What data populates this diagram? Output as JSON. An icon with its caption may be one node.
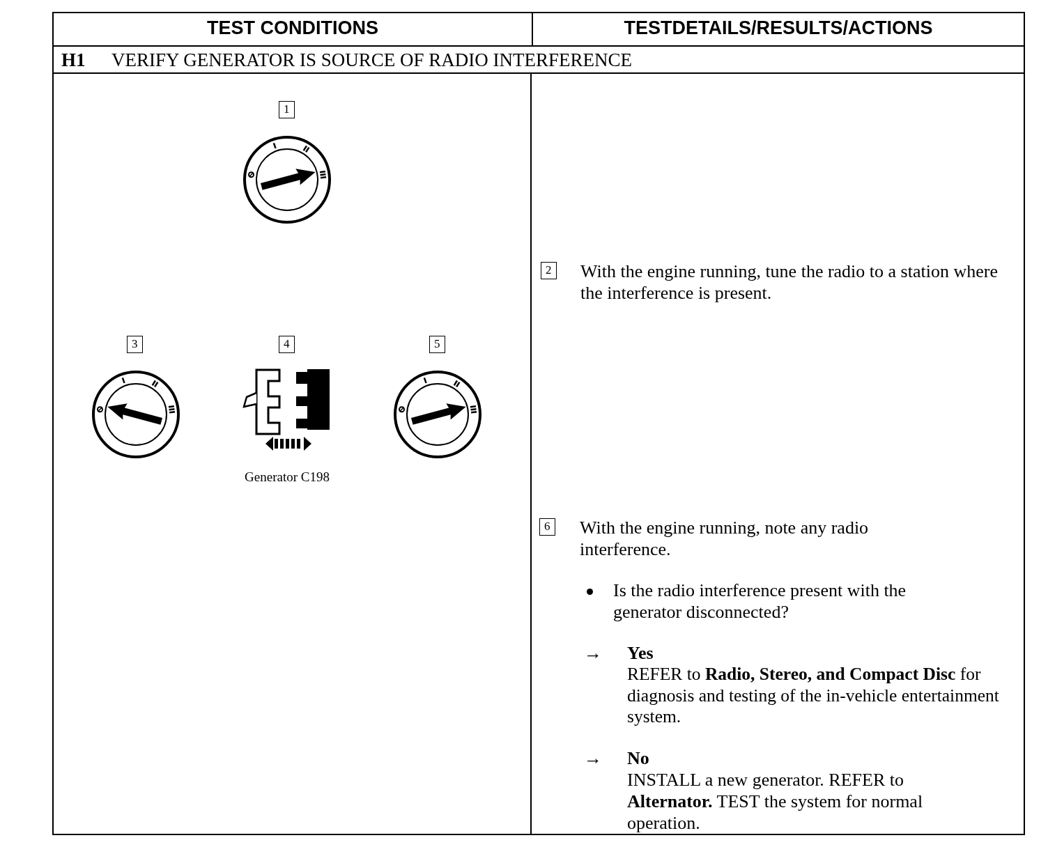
{
  "diagram": {
    "labels": [
      "TEST CONDITIONS",
      "TESTDETAILS/RESULTS/ACTIONS",
      "H1",
      "VERIFY GENERATOR IS SOURCE OF RADIO INTERFERENCE",
      "1",
      "2",
      "With the engine running, tune the radio to a station where the interference is present.",
      "3",
      "4",
      "5",
      "Generator C198",
      "6",
      "With the engine running, note any radio interference.",
      "Is the radio interference present with the generator disconnected?",
      "→",
      "Yes",
      "REFER to **Radio, Stereo, and Compact Disc** for diagnosis and testing of the in-vehicle entertainment system.",
      "→",
      "No",
      "INSTALL a new generator. REFER to **Alternator.** TEST the system for normal operation."
    ]
  }
}
